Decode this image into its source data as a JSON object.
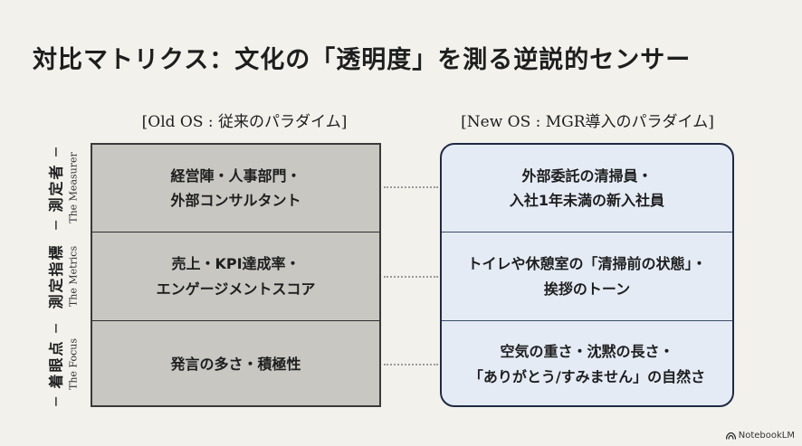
{
  "title": "対比マトリクス：文化の「透明度」を測る逆説的センサー",
  "columns": {
    "old": "[Old OS : 従来のパラダイム]",
    "new": "[New OS : MGR導入のパラダイム]"
  },
  "rows": [
    {
      "label_ja": "─ 測定者 ─",
      "label_en": "The Measurer"
    },
    {
      "label_ja": "測定指標",
      "label_en": "The Metrics"
    },
    {
      "label_ja": "─ 着眼点 ─",
      "label_en": "The Focus"
    }
  ],
  "old_cells": [
    {
      "line1": "経営陣・人事部門・",
      "line2": "外部コンサルタント"
    },
    {
      "line1": "売上・KPI達成率・",
      "line2": "エンゲージメントスコア"
    },
    {
      "line1": "発言の多さ・積極性",
      "line2": ""
    }
  ],
  "new_cells": [
    {
      "line1": "外部委託の清掃員・",
      "line2": "入社1年未満の新入社員"
    },
    {
      "line1": "トイレや休憩室の「清掃前の状態」・",
      "line2": "挨拶のトーン"
    },
    {
      "line1": "空気の重さ・沈黙の長さ・",
      "line2": "「ありがとう/すみません」の自然さ"
    }
  ],
  "brand": "NotebookLM",
  "colors": {
    "old_panel": "#c8c7c2",
    "new_panel": "#e4ebf5",
    "new_border": "#1f2a44"
  }
}
